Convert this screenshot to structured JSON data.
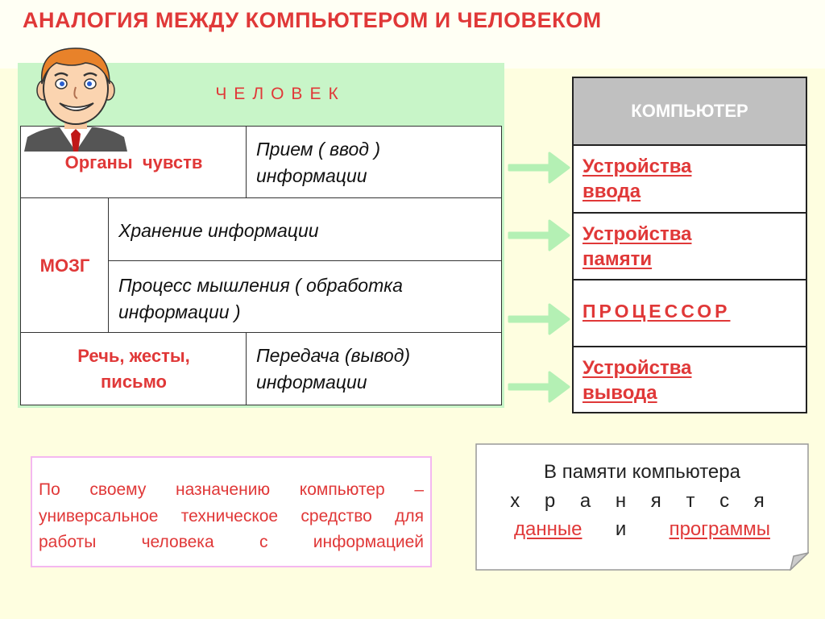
{
  "title": "АНАЛОГИЯ  МЕЖДУ  КОМПЬЮТЕРОМ  И  ЧЕЛОВЕКОМ",
  "human": {
    "header": "ЧЕЛОВЕК",
    "senses": "Органы  чувств",
    "input": "Прием  ( ввод )\nинформации",
    "brain": "МОЗГ",
    "storage": "Хранение  информации",
    "thinking": "Процесс  мышления  ( обработка\nинформации )",
    "speech": "Речь, жесты,\nписьмо",
    "output": "Передача (вывод)\nинформации"
  },
  "computer": {
    "header": "КОМПЬЮТЕР",
    "input_devices": "Устройства\nввода",
    "memory_devices": "Устройства\nпамяти",
    "processor": "ПРОЦЕССОР",
    "output_devices": "Устройства\nвывода"
  },
  "definition": "По   своему   назначению   компьютер –   универсальное   техническое   средство   для  работы  человека  с  информацией",
  "note": {
    "line1": "В   памяти   компьютера",
    "line2": "х р а н я т с я",
    "data_word": "данные",
    "and_word": "и",
    "programs_word": "программы"
  },
  "colors": {
    "accent_red": "#e03838",
    "human_green": "#c8f5c8",
    "arrow_green": "#b4f0b4",
    "header_gray": "#c0c0c0",
    "page_bg": "#fefee0"
  },
  "icons": {
    "face": "cartoon-man-icon",
    "arrow": "arrow-right-icon"
  }
}
